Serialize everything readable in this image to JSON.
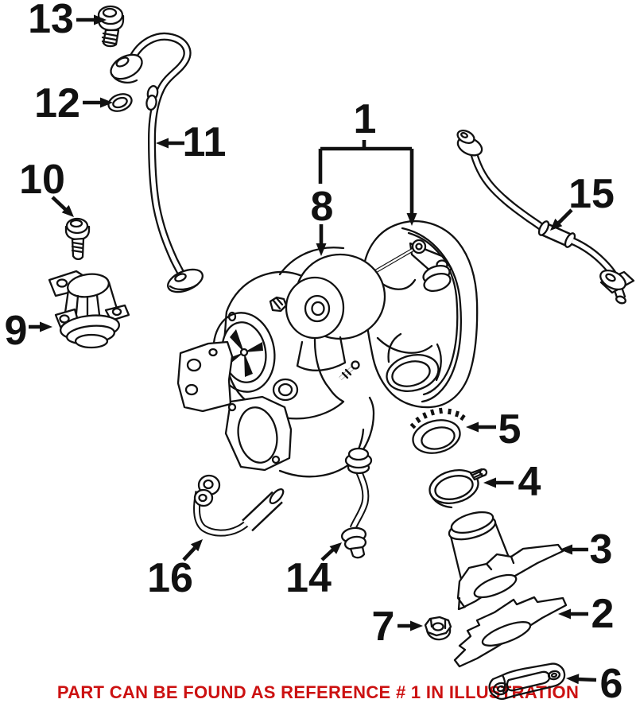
{
  "diagram": {
    "description": "Turbocharger exploded parts diagram",
    "colors": {
      "background": "#ffffff",
      "line": "#111111",
      "footer_red": "#cc1111"
    },
    "callouts": [
      {
        "label": "1"
      },
      {
        "label": "2"
      },
      {
        "label": "3"
      },
      {
        "label": "4"
      },
      {
        "label": "5"
      },
      {
        "label": "6"
      },
      {
        "label": "7"
      },
      {
        "label": "8"
      },
      {
        "label": "9"
      },
      {
        "label": "10"
      },
      {
        "label": "11"
      },
      {
        "label": "12"
      },
      {
        "label": "13"
      },
      {
        "label": "14"
      },
      {
        "label": "15"
      },
      {
        "label": "16"
      }
    ],
    "footer": {
      "text": "PART CAN BE FOUND AS REFERENCE # 1 IN ILLUSTRATION"
    }
  }
}
